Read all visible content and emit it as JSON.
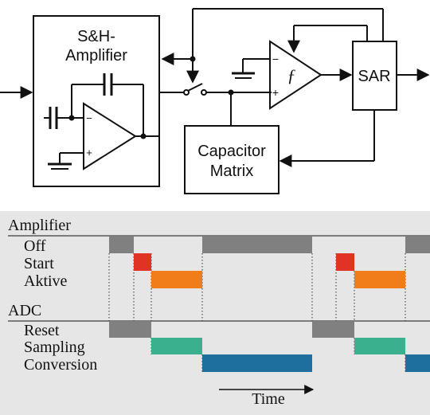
{
  "circuit": {
    "sh_block_label_line1": "S&H-",
    "sh_block_label_line2": "Amplifier",
    "cap_matrix_label_line1": "Capacitor",
    "cap_matrix_label_line2": "Matrix",
    "sar_label": "SAR",
    "comparator_minus": "−",
    "comparator_plus": "+",
    "comparator_symbol": "ƒ",
    "opamp_minus": "−",
    "opamp_plus": "+"
  },
  "timing": {
    "group_amplifier": "Amplifier",
    "group_adc": "ADC",
    "rows": [
      {
        "label": "Off",
        "color": "#808080"
      },
      {
        "label": "Start",
        "color": "#E03325"
      },
      {
        "label": "Aktive",
        "color": "#F07C1A"
      },
      {
        "label": "Reset",
        "color": "#808080"
      },
      {
        "label": "Sampling",
        "color": "#3BB08F"
      },
      {
        "label": "Conversion",
        "color": "#1F6F9E"
      }
    ],
    "time_label": "Time",
    "background": "#E6E6E6"
  }
}
